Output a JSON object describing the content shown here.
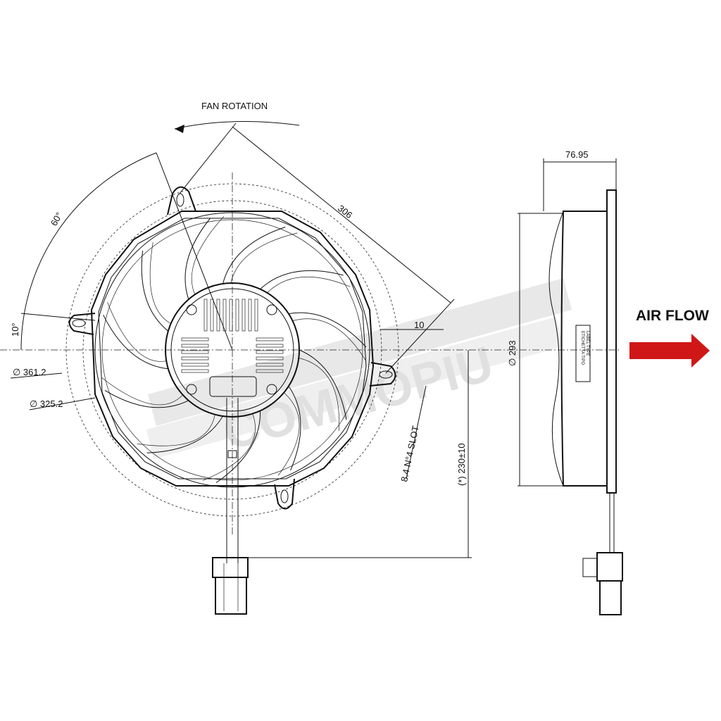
{
  "labels": {
    "fan_rotation": "FAN ROTATION",
    "air_flow": "AIR FLOW",
    "angle_60": "60°",
    "angle_10": "10°",
    "dim_306": "306",
    "dim_10": "10",
    "dim_361": "∅ 361.2",
    "dim_325": "∅ 325.2",
    "slot": "8.4 N°4 SLOT",
    "cable": "(*) 230±10",
    "depth": "76.95",
    "dia_293": "∅ 293",
    "watermark": "COMMOPIU",
    "side_label_1": "ETICHETTA TIPO",
    "side_label_2": "LABEL TYPE"
  },
  "colors": {
    "arrow": "#d01717",
    "line": "#111111",
    "watermark": "#d9d9d9"
  },
  "icons": {
    "air_flow_arrow": "right-arrow-icon",
    "rotation_arrow": "curved-arrow-icon"
  }
}
